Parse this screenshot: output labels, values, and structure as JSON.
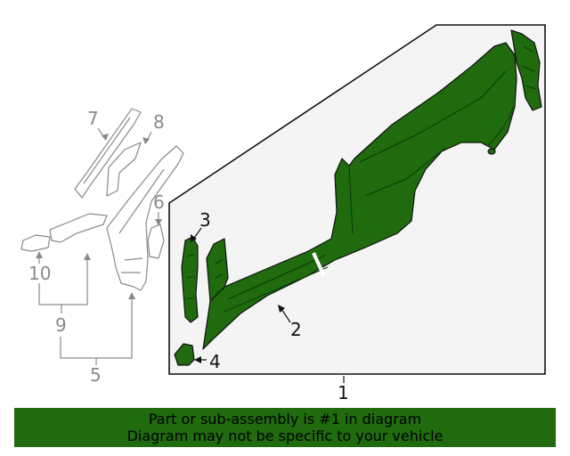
{
  "callouts": {
    "c1": "1",
    "c2": "2",
    "c3": "3",
    "c4": "4",
    "c5": "5",
    "c6": "6",
    "c7": "7",
    "c8": "8",
    "c9": "9",
    "c10": "10"
  },
  "banner": {
    "line1": "Part or sub-assembly is #1 in diagram",
    "line2": "Diagram may not be specific to your vehicle"
  },
  "colors": {
    "highlight": "#1f6b0e",
    "assembly_box_fill": "#f4f4f4",
    "outline": "#111111",
    "unhighlighted_parts": "#8a8a8a"
  }
}
